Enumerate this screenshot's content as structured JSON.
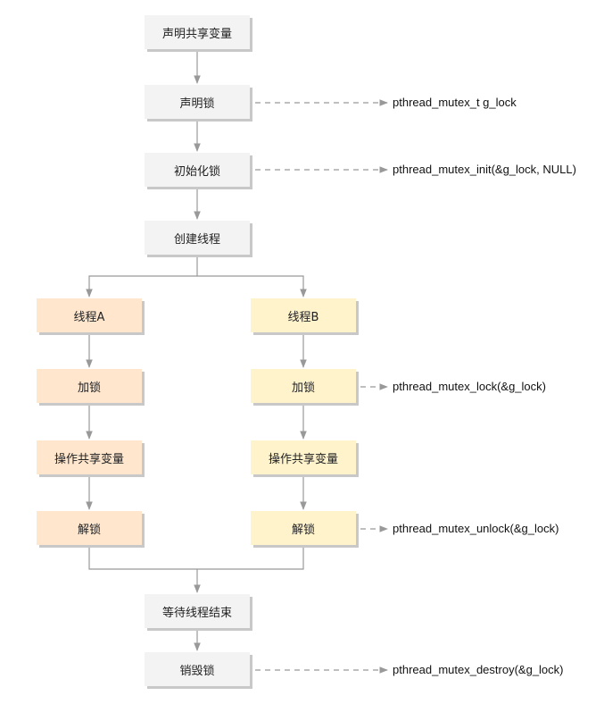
{
  "nodes": {
    "declare_shared": "声明共享变量",
    "declare_lock": "声明锁",
    "init_lock": "初始化锁",
    "create_threads": "创建线程",
    "thread_a": "线程A",
    "thread_b": "线程B",
    "lock_a": "加锁",
    "lock_b": "加锁",
    "op_a": "操作共享变量",
    "op_b": "操作共享变量",
    "unlock_a": "解锁",
    "unlock_b": "解锁",
    "wait_threads": "等待线程结束",
    "destroy_lock": "销毁锁"
  },
  "annotations": {
    "declare_lock": "pthread_mutex_t g_lock",
    "init_lock": "pthread_mutex_init(&g_lock, NULL)",
    "lock": "pthread_mutex_lock(&g_lock)",
    "unlock": "pthread_mutex_unlock(&g_lock)",
    "destroy": "pthread_mutex_destroy(&g_lock)"
  },
  "colors": {
    "main_box": "#f3f3f3",
    "thread_a_box": "#ffe6cd",
    "thread_b_box": "#fff3cc",
    "connector": "#999999"
  }
}
